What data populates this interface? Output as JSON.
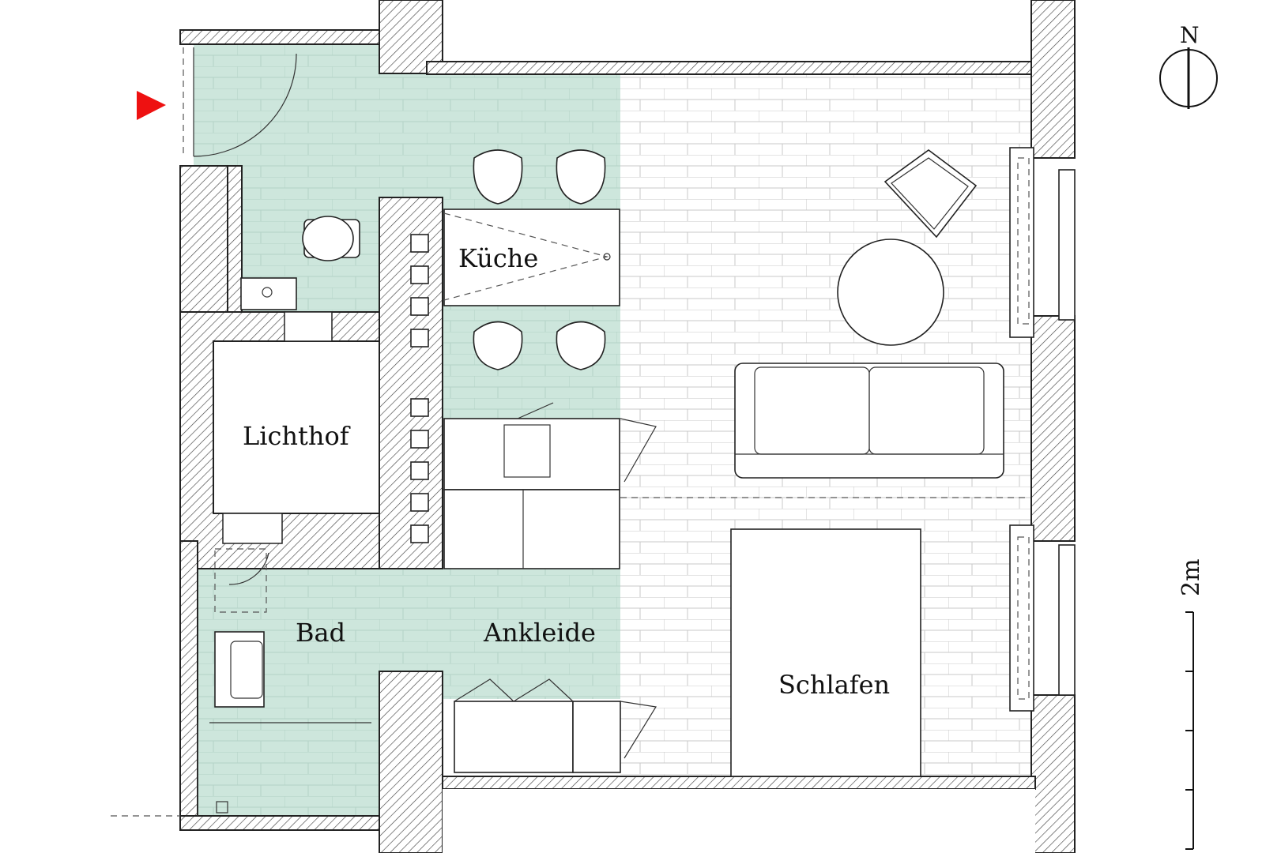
{
  "rooms": {
    "kueche": "Küche",
    "lichthof": "Lichthof",
    "bad": "Bad",
    "ankleide": "Ankleide",
    "schlafen": "Schlafen"
  },
  "north": "N",
  "scale": "2m",
  "colors": {
    "wet_area": "#cde6dc",
    "wall_outline": "#222222",
    "entrance_marker": "#ee1111"
  },
  "icons": [
    "entrance-arrow-icon",
    "north-arrow-icon"
  ]
}
